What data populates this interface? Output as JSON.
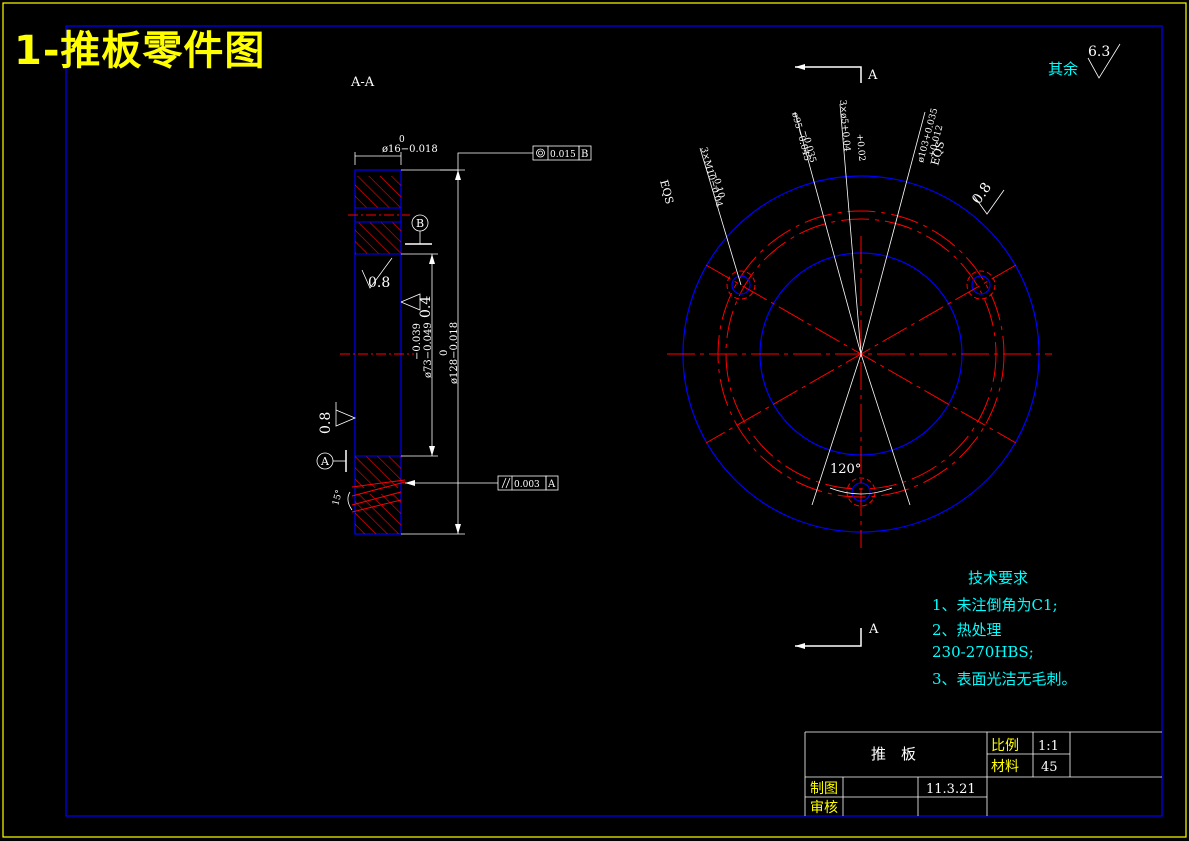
{
  "title": "1-推板零件图",
  "section_label": "A-A",
  "section_marker_top": "A",
  "section_marker_bottom": "A",
  "roughness_rest_label": "其余",
  "roughness_rest_value": "6.3",
  "side_view": {
    "dim_top_upper": "0",
    "dim_top": "ø16−0.018",
    "geo_tol_top_value": "0.015",
    "geo_tol_top_datum": "B",
    "datum_b": "B",
    "datum_a": "A",
    "roughness_face": "0.8",
    "roughness_left": "0.8",
    "roughness_inner": "0.4",
    "dim_inner_line1": "−0.039",
    "dim_inner_line2": "ø73−0.049",
    "dim_outer_line1": "0",
    "dim_outer_line2": "ø128−0.018",
    "geo_tol_bottom_value": "0.003",
    "geo_tol_bottom_datum": "A",
    "angle": "15°"
  },
  "front_view": {
    "leader_1": "3×M10−0.04",
    "leader_1b": "−0.10",
    "leader_2": "ø95−0.045",
    "leader_2b": "−0.035",
    "leader_3": "3×ø5+0.04",
    "leader_3b": "+0.02",
    "leader_4": "ø103+0.035",
    "leader_4b": "+0.012",
    "eqs_left": "EQS",
    "eqs_right": "EQS",
    "roughness": "0.8",
    "angle": "120°"
  },
  "tech_requirements": {
    "heading": "技术要求",
    "item1": "1、未注倒角为C1;",
    "item2": "2、热处理",
    "item2b": "230-270HBS;",
    "item3": "3、表面光洁无毛刺。"
  },
  "title_block": {
    "part_name": "推　板",
    "scale_label": "比例",
    "scale_value": "1:1",
    "material_label": "材料",
    "material_value": "45",
    "drawn_label": "制图",
    "drawn_date": "11.3.21",
    "checked_label": "审核"
  },
  "colors": {
    "background": "#000000",
    "border_outer": "#ffff00",
    "border_inner": "#0000ff",
    "title": "#ffff00",
    "centerline": "#ff0000",
    "text": "#ffffff",
    "tech_text": "#00ffff",
    "label_yellow": "#ffff00"
  }
}
